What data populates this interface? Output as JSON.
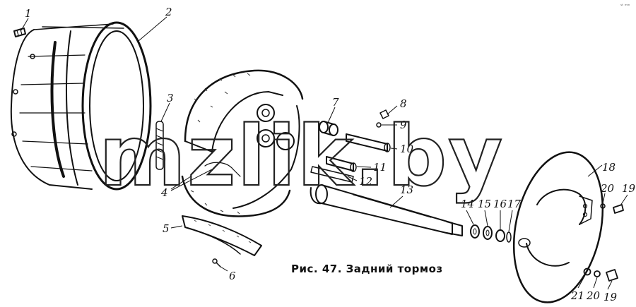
{
  "diagram": {
    "caption": "Рис. 47. Задний тормоз",
    "watermark": "mzlik.by",
    "corner_mark": "ˢᵗ ᵐᵐ",
    "callouts": [
      {
        "id": "1",
        "label": "1"
      },
      {
        "id": "2",
        "label": "2"
      },
      {
        "id": "3",
        "label": "3"
      },
      {
        "id": "4",
        "label": "4"
      },
      {
        "id": "5",
        "label": "5"
      },
      {
        "id": "6",
        "label": "6"
      },
      {
        "id": "7",
        "label": "7"
      },
      {
        "id": "8",
        "label": "8"
      },
      {
        "id": "9",
        "label": "9"
      },
      {
        "id": "10",
        "label": "10"
      },
      {
        "id": "11",
        "label": "11"
      },
      {
        "id": "12",
        "label": "12"
      },
      {
        "id": "13",
        "label": "13"
      },
      {
        "id": "14",
        "label": "14"
      },
      {
        "id": "15",
        "label": "15"
      },
      {
        "id": "16",
        "label": "16"
      },
      {
        "id": "17",
        "label": "17"
      },
      {
        "id": "18",
        "label": "18"
      },
      {
        "id": "19a",
        "label": "19"
      },
      {
        "id": "20a",
        "label": "20"
      },
      {
        "id": "21",
        "label": "21"
      },
      {
        "id": "20b",
        "label": "20"
      },
      {
        "id": "19b",
        "label": "19"
      }
    ]
  }
}
